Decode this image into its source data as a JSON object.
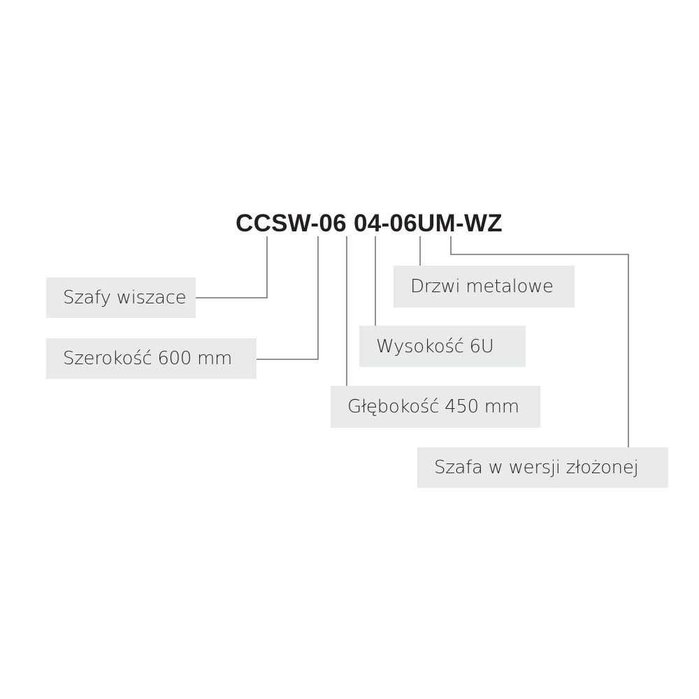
{
  "code": "CCSW-06 04-06UM-WZ",
  "labels": {
    "type": "Szafy wiszace",
    "width": "Szerokość 600 mm",
    "depth": "Głębokość 450 mm",
    "height": "Wysokość 6U",
    "door": "Drzwi metalowe",
    "assembled": "Szafa w wersji złożonej"
  }
}
